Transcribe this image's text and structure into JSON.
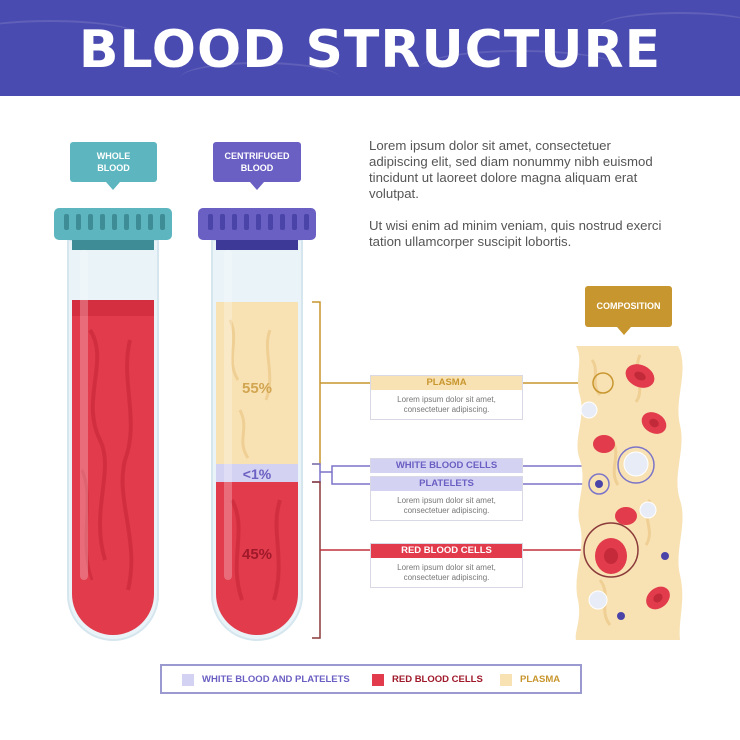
{
  "title": "BLOOD STRUCTURE",
  "tubes": {
    "whole_label": "WHOLE\nBLOOD",
    "centrifuged_label": "CENTRIFUGED\nBLOOD"
  },
  "description": {
    "p1": "Lorem ipsum dolor sit amet, consectetuer adipiscing elit, sed diam nonummy nibh euismod tincidunt ut laoreet dolore magna aliquam erat volutpat.",
    "p2": "Ut wisi enim ad minim veniam, quis nostrud exerci tation ullamcorper suscipit lobortis."
  },
  "percentages": {
    "plasma": "55%",
    "wbc": "<1%",
    "rbc": "45%"
  },
  "components": [
    {
      "name": "PLASMA",
      "text": "Lorem ipsum dolor sit amet,\nconsectetuer adipiscing."
    },
    {
      "name": "WHITE BLOOD CELLS"
    },
    {
      "name": "PLATELETS",
      "text": "Lorem ipsum dolor sit amet,\nconsectetuer adipiscing."
    },
    {
      "name": "RED BLOOD CELLS",
      "text": "Lorem ipsum dolor sit amet,\nconsectetuer adipiscing."
    }
  ],
  "composition_label": "COMPOSITION",
  "legend": [
    {
      "label": "WHITE BLOOD AND PLATELETS",
      "color": "#d4d2f3"
    },
    {
      "label": "RED BLOOD CELLS",
      "color": "#e13b4c"
    },
    {
      "label": "PLASMA",
      "color": "#f8e2b4"
    }
  ],
  "colors": {
    "header": "#4a4bb0",
    "teal": "#5db6bf",
    "purple": "#6a5fc2",
    "blood": "#e13b4c",
    "plasma": "#f8e2b4",
    "gold": "#c8962e",
    "wbc": "#d4d2f3"
  }
}
